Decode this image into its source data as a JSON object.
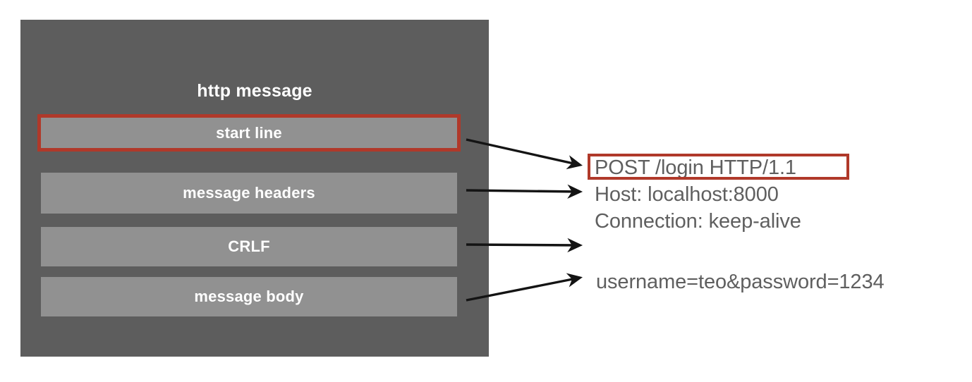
{
  "diagram": {
    "panel": {
      "title": "http message",
      "bg_color": "#5d5d5d",
      "box_color": "#919191",
      "parts": [
        {
          "label": "start line",
          "highlighted": true
        },
        {
          "label": "message headers",
          "highlighted": false
        },
        {
          "label": "CRLF",
          "highlighted": false
        },
        {
          "label": "message body",
          "highlighted": false
        }
      ]
    },
    "accent_color": "#b0392a",
    "text_color": "#5f5f5f",
    "raw_message": {
      "start_line": "POST /login HTTP/1.1",
      "headers": [
        "Host: localhost:8000",
        "Connection: keep-alive"
      ],
      "body": "username=teo&password=1234"
    },
    "arrows": [
      {
        "name": "arrow-start-line",
        "from_part": "start line",
        "to_text": "POST /login HTTP/1.1"
      },
      {
        "name": "arrow-message-headers",
        "from_part": "message headers",
        "to_text": "Host: localhost:8000"
      },
      {
        "name": "arrow-crlf",
        "from_part": "CRLF",
        "to_text": ""
      },
      {
        "name": "arrow-message-body",
        "from_part": "message body",
        "to_text": "username=teo&password=1234"
      }
    ]
  }
}
